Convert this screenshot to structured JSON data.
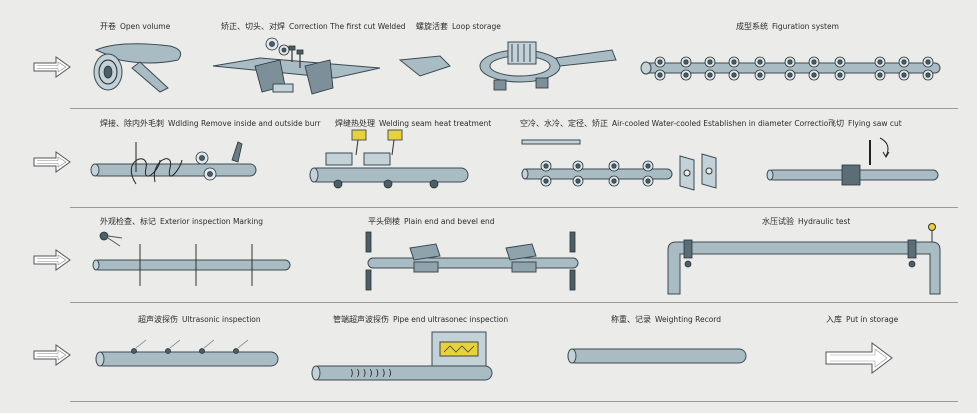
{
  "rows": [
    {
      "steps": [
        {
          "zh": "开卷",
          "en": "Open volume"
        },
        {
          "zh": "矫正、切头、对焊",
          "en": "Correction The first cut Welded"
        },
        {
          "zh": "螺旋活套",
          "en": "Loop storage"
        },
        {
          "zh": "成型系统",
          "en": "Figuration system"
        }
      ]
    },
    {
      "steps": [
        {
          "zh": "焊接、除内外毛刺",
          "en": "Wdlding Remove inside and outside burr"
        },
        {
          "zh": "焊缝热处理",
          "en": "Welding seam heat treatment"
        },
        {
          "zh": "空冷、水冷、定径、矫正",
          "en": "Air-cooled Water-cooled Establishen in diameter Correction"
        },
        {
          "zh": "飞切",
          "en": "Flying saw cut"
        }
      ]
    },
    {
      "steps": [
        {
          "zh": "外观检查、标记",
          "en": "Exterior inspection Marking"
        },
        {
          "zh": "平头倒棱",
          "en": "Plain end and bevel end"
        },
        {
          "zh": "水压试验",
          "en": "Hydraulic test"
        }
      ]
    },
    {
      "steps": [
        {
          "zh": "超声波探伤",
          "en": "Ultrasonic inspection"
        },
        {
          "zh": "管端超声波探伤",
          "en": "Pipe end ultrasonec inspection"
        },
        {
          "zh": "称重、记录",
          "en": "Weighting Record"
        },
        {
          "zh": "入库",
          "en": "Put in storage"
        }
      ]
    }
  ],
  "colors": {
    "background": "#ebebea",
    "pipe": "#a9bcc4",
    "outline": "#3c4a50",
    "highlight": "#e8d23a"
  }
}
